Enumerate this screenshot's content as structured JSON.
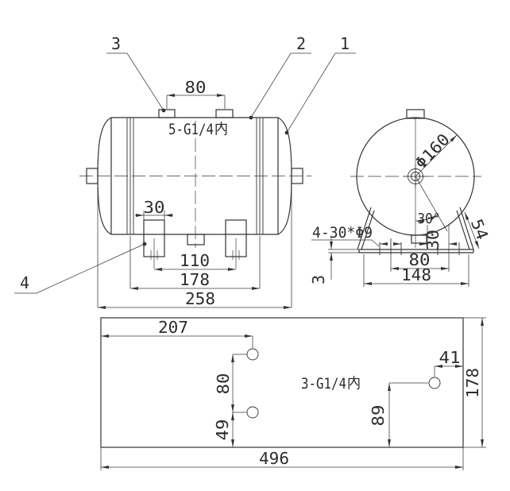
{
  "meta": {
    "type": "technical-drawing",
    "subject": "horizontal air receiver tank, three-view dimensioned CAD drawing",
    "line_color": "#333333",
    "background": "#ffffff"
  },
  "side": {
    "callout_1": "1",
    "callout_2": "2",
    "callout_3": "3",
    "callout_4": "4",
    "dim_top_ports": "80",
    "thread_label": "5-G1/4内",
    "thread_label_prefix": "5-G1/4",
    "dim_foot_width": "30",
    "dim_foot_pitch": "110",
    "dim_weld_span": "178",
    "dim_overall": "258"
  },
  "end": {
    "dim_diameter": "Φ160",
    "dim_angle": "30°",
    "dim_leg": "54",
    "slot_note": "4-30*Φ9",
    "dim_plate_thk": "3",
    "dim_port_offset": "30",
    "dim_slot_pitch": "80",
    "dim_base": "148"
  },
  "plan": {
    "thread_label": "3-G1/4内",
    "thread_label_prefix": "3-G1/4",
    "dim_port1_x": "207",
    "dim_port_pitch": "80",
    "dim_port2_y": "49",
    "dim_port3_x": "41",
    "dim_port3_y": "89",
    "dim_depth": "178",
    "dim_length": "496"
  }
}
